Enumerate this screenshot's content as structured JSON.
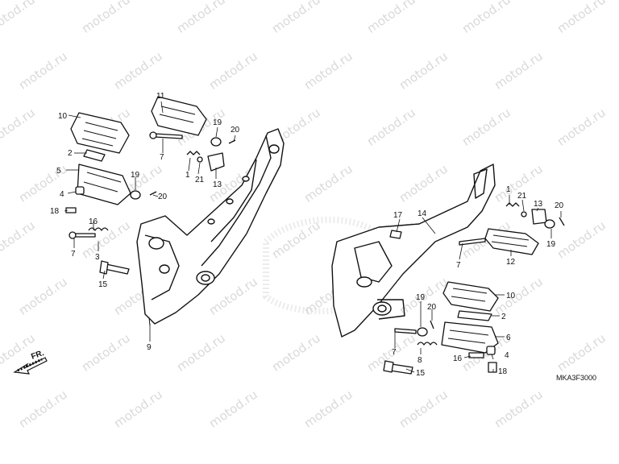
{
  "watermark": "motod.ru",
  "diagram_code": "MKA3F3000",
  "front_label": "FR.",
  "callouts": {
    "l1": "1",
    "l2": "2",
    "l3": "3",
    "l4": "4",
    "l5": "5",
    "l6": "6",
    "l7a": "7",
    "l7b": "7",
    "l9": "9",
    "l10": "10",
    "l11": "11",
    "l13": "13",
    "l15": "15",
    "l16": "16",
    "l18": "18",
    "l19a": "19",
    "l19b": "19",
    "l20a": "20",
    "l20b": "20",
    "l21": "21",
    "r1": "1",
    "r2": "2",
    "r4": "4",
    "r6": "6",
    "r7a": "7",
    "r7b": "7",
    "r8": "8",
    "r10": "10",
    "r12": "12",
    "r13": "13",
    "r14": "14",
    "r15": "15",
    "r16": "16",
    "r17": "17",
    "r18": "18",
    "r19a": "19",
    "r19b": "19",
    "r20a": "20",
    "r20b": "20",
    "r21": "21"
  }
}
